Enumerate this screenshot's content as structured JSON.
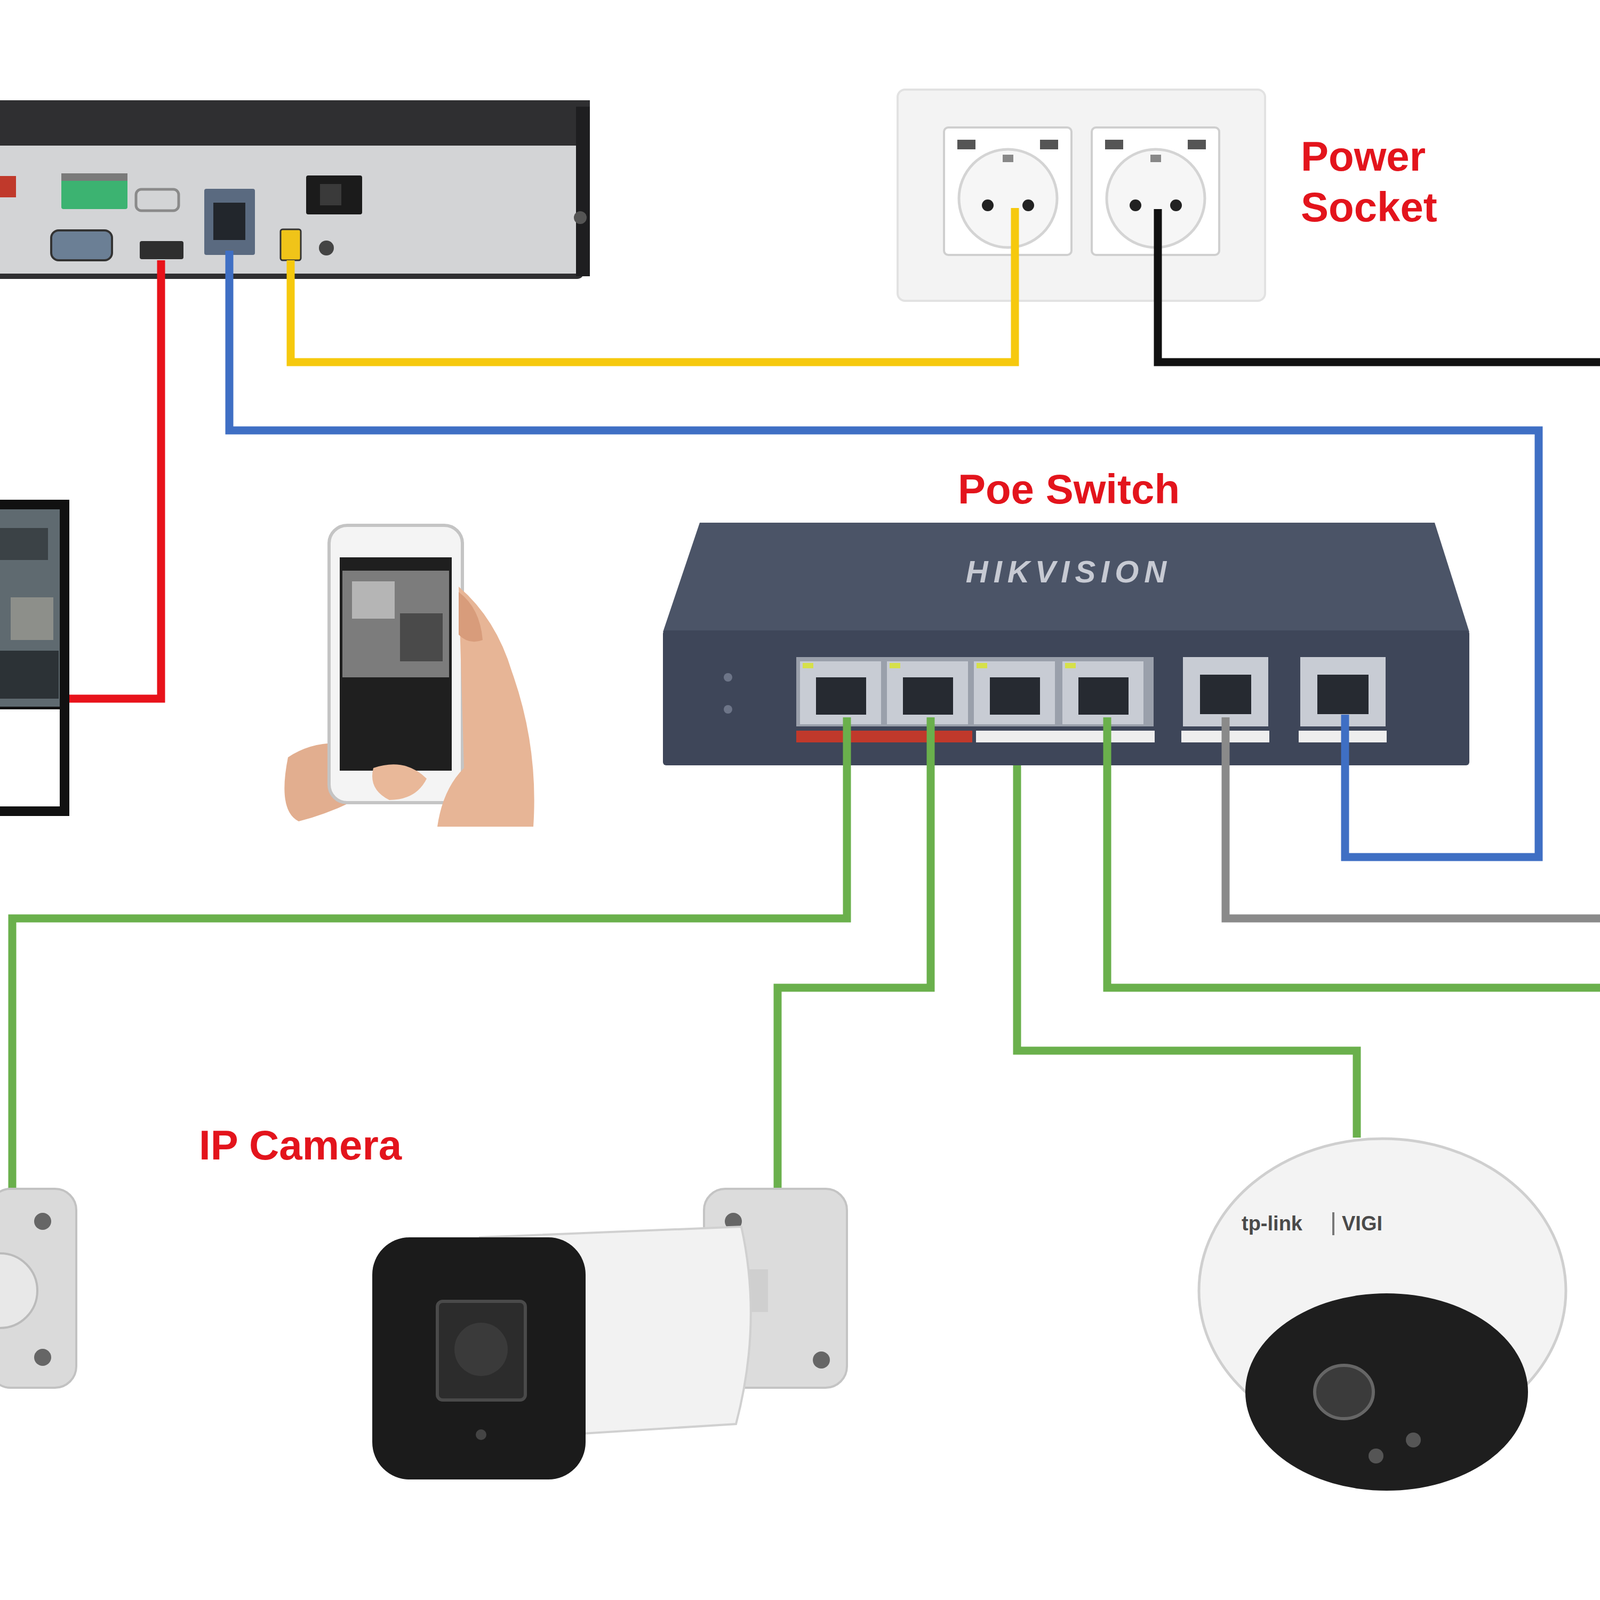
{
  "diagram": {
    "nodes": [
      {
        "text": [
          "Power Socket"
        ]
      },
      {
        "text": [
          "Poe Switch",
          "HIKVISION"
        ]
      },
      {
        "text": [
          "tp-link",
          "VIGI"
        ]
      }
    ],
    "edges": [
      {
        "from": 1,
        "to": 2,
        "arrow": "none"
      }
    ],
    "labels": [
      "IP Camera"
    ]
  }
}
